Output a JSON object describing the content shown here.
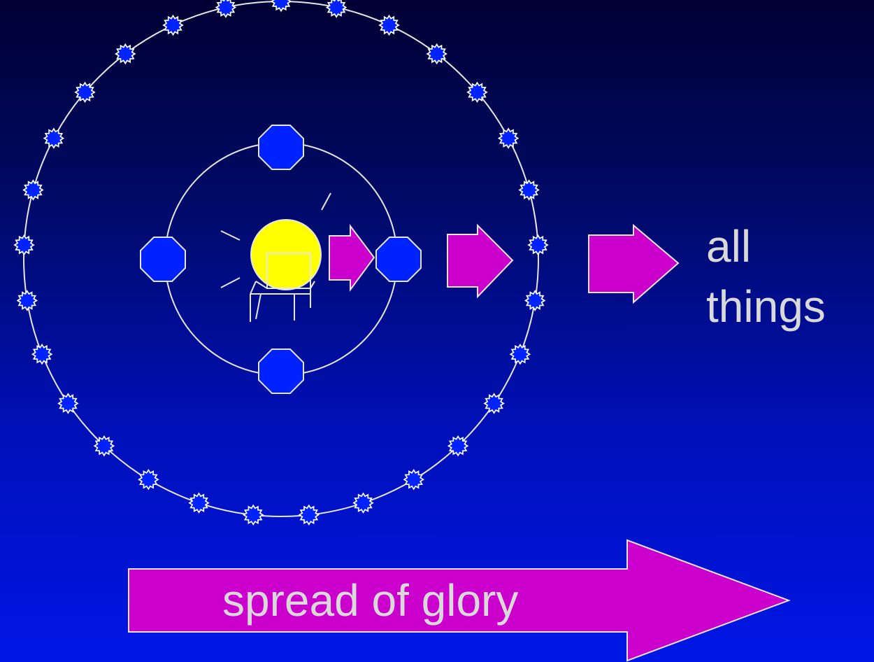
{
  "diagram": {
    "outer_label": {
      "line1": "all",
      "line2": "things"
    },
    "bottom_arrow_label": "spread of glory",
    "colors": {
      "background_top": "#000033",
      "background_bottom": "#0016e6",
      "sun": "#ffff00",
      "arrow": "#cc00cc",
      "octagon": "#0022ff",
      "star": "#0022ff",
      "orbit": "#e6e6e6",
      "text": "#d9d9d9"
    },
    "inner_node_count": 4,
    "outer_star_count": 29
  }
}
